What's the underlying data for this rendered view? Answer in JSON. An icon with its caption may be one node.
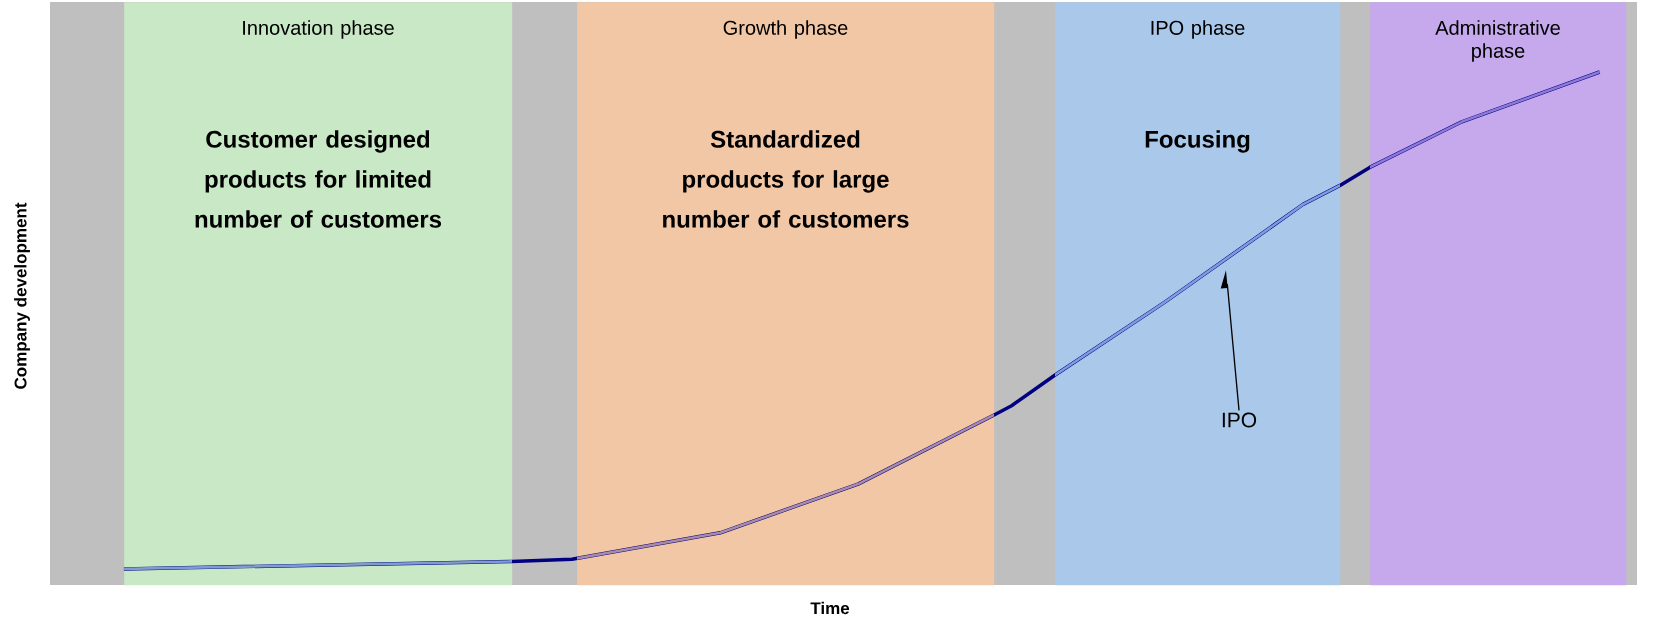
{
  "diagram": {
    "nodes": [
      {
        "text": [
          "Innovation phase",
          "Customer designed products for limited number of customers"
        ]
      },
      {
        "text": [
          "Growth phase",
          "Standardized products for large number of customers"
        ]
      },
      {
        "text": [
          "IPO phase",
          "Focusing"
        ]
      },
      {
        "text": [
          "Administrative phase"
        ]
      },
      {
        "text": [
          "IPO"
        ],
        "in": 2
      },
      {
        "text": [],
        "shape": "line"
      }
    ],
    "edges": [
      {
        "from": 4,
        "to": 5,
        "arrow": "to"
      }
    ],
    "labels": [
      "Company development",
      "Time"
    ]
  }
}
